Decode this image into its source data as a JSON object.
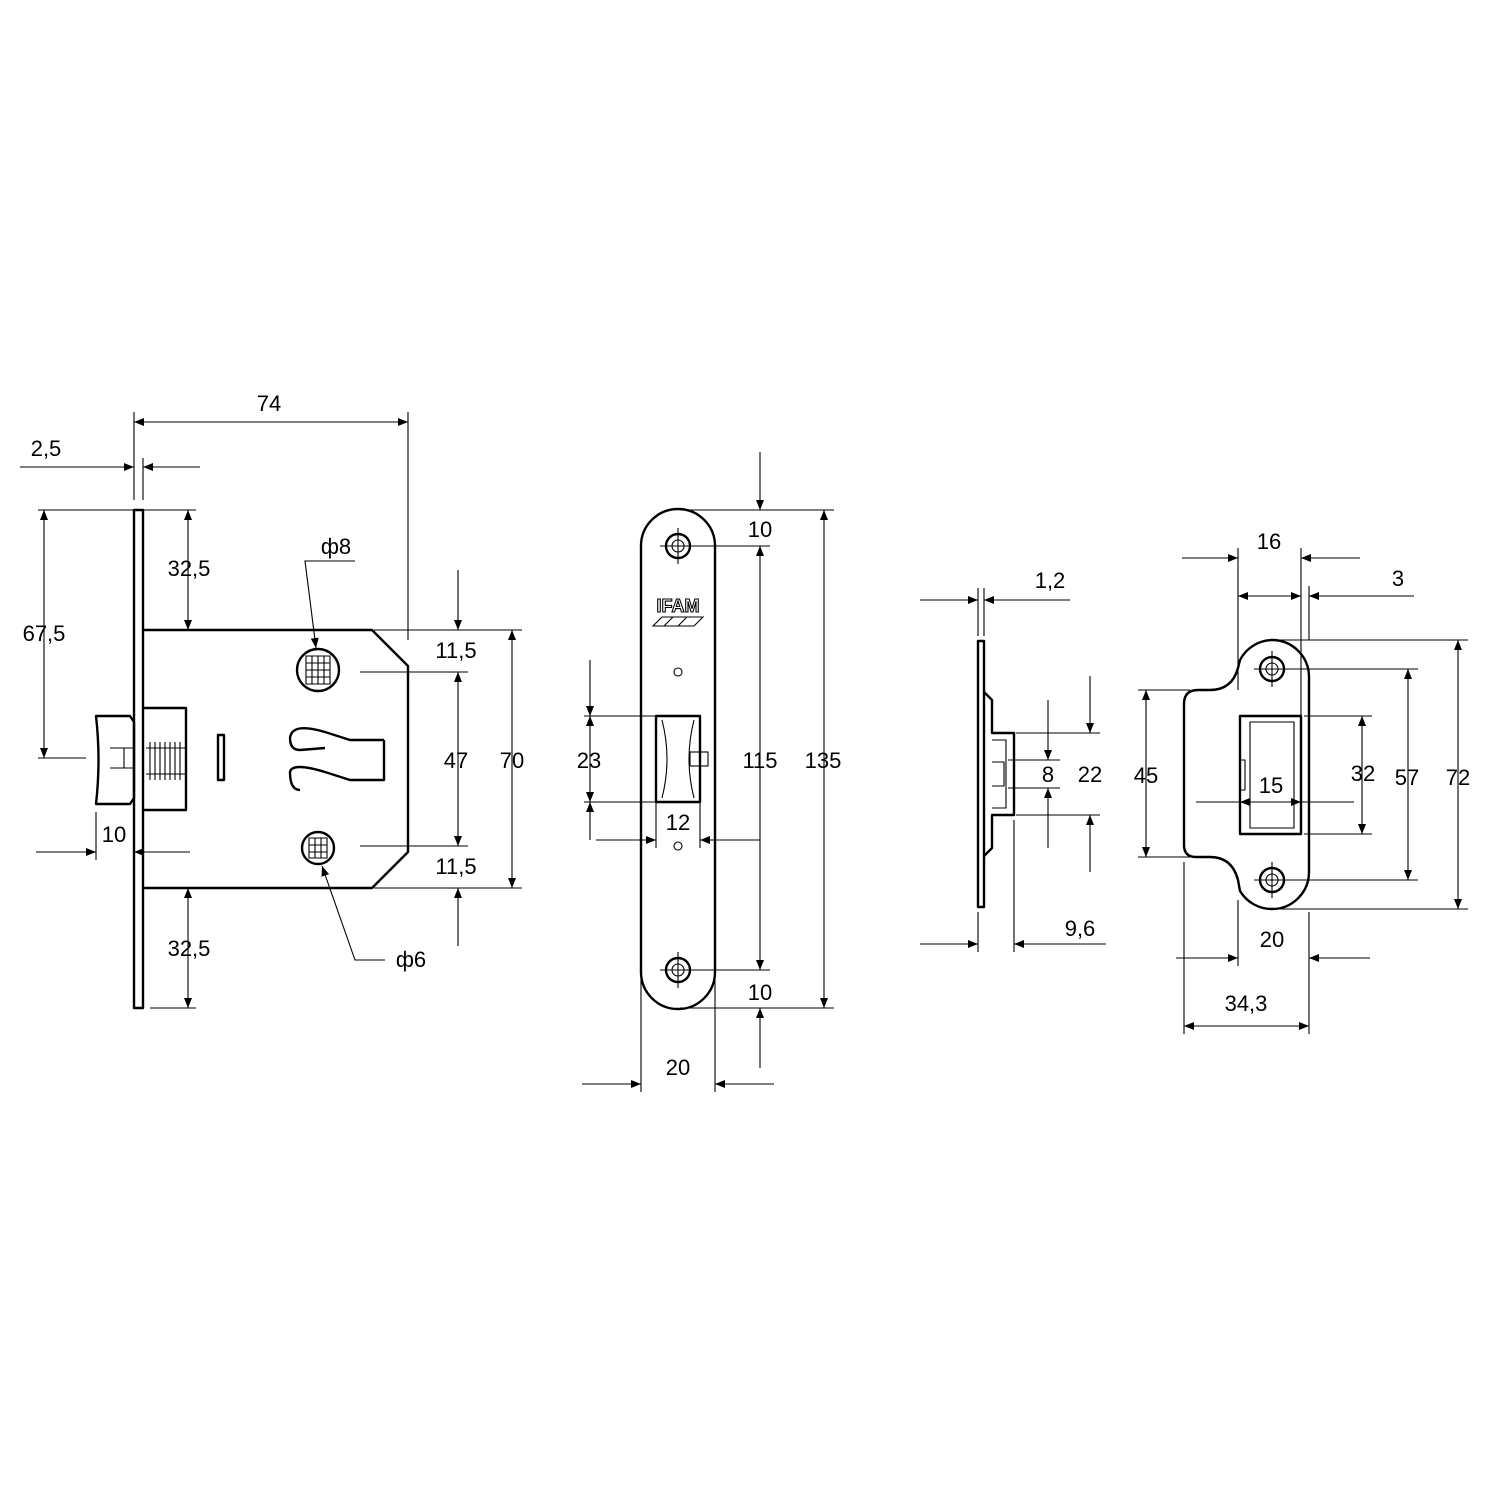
{
  "logo": {
    "text": "IFAM"
  },
  "lock_body": {
    "d_backset": "74",
    "d_faceplate_thickness": "2,5",
    "d_top_offset": "32,5",
    "d_bottom_offset": "32,5",
    "d_axis_height": "67,5",
    "d_latch_projection": "10",
    "d_upper_margin": "11,5",
    "d_lower_margin": "11,5",
    "d_hole_spacing": "47",
    "d_case_height": "70",
    "d_follower_diameter": "ф8",
    "d_key_hole_diameter": "ф6"
  },
  "faceplate": {
    "d_top_radius": "10",
    "d_bottom_radius": "10",
    "d_screw_spacing": "115",
    "d_total_length": "135",
    "d_latch_height": "23",
    "d_latch_width": "12",
    "d_width": "20"
  },
  "strike_side": {
    "d_plate_thickness": "1,2",
    "d_box_depth": "9,6",
    "d_opening": "8",
    "d_box_height": "22"
  },
  "strike_plate": {
    "d_box_width": "16",
    "d_edge": "3",
    "d_lip_height": "45",
    "d_opening_height": "32",
    "d_opening_width": "15",
    "d_screw_spacing": "57",
    "d_total_height": "72",
    "d_plate_width": "20",
    "d_overall_width": "34,3"
  }
}
